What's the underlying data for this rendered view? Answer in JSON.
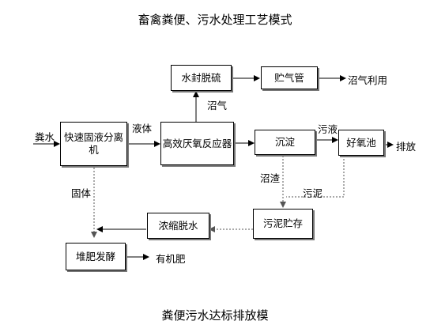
{
  "title": "畜禽粪便、污水处理工艺模式",
  "caption": "粪便污水达标排放模",
  "nodes": {
    "separator": "快速固液分离机",
    "reactor": "高效厌氧反应器",
    "desulfur": "水封脱硫",
    "gas_tank": "贮气管",
    "sediment": "沉淀",
    "aerobic": "好氧池",
    "sludge_store": "污泥贮存",
    "dewater": "浓缩脱水",
    "compost": "堆肥发酵"
  },
  "labels": {
    "input": "粪水",
    "liquid": "液体",
    "biogas": "沼气",
    "biogas_use": "沼气利用",
    "wastewater": "污液",
    "discharge": "排放",
    "residue": "沼渣",
    "sludge": "污泥",
    "solid": "固体",
    "fertilizer": "有机肥"
  }
}
